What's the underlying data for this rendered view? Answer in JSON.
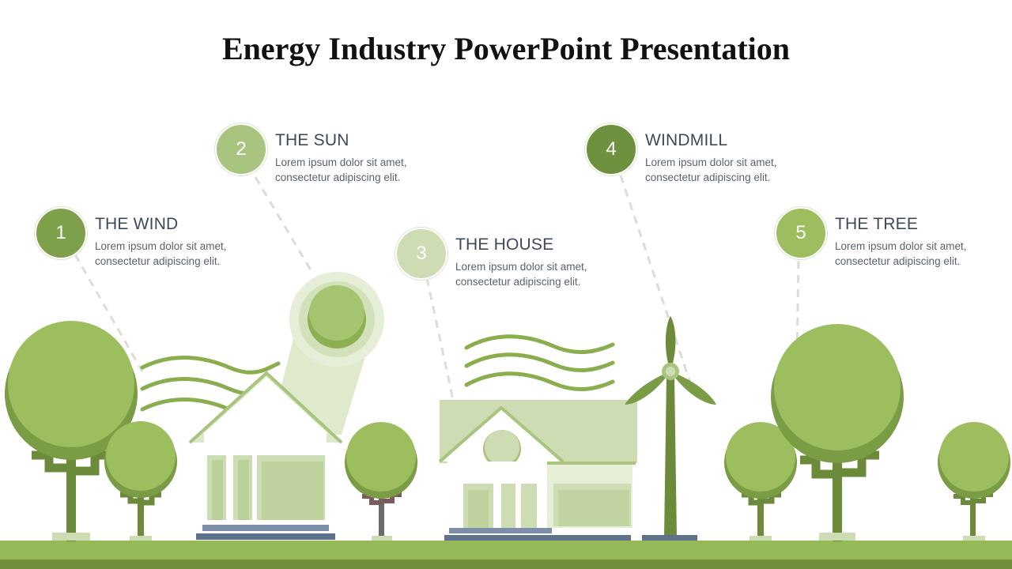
{
  "title": "Energy Industry PowerPoint Presentation",
  "items": [
    {
      "number": "1",
      "heading": "THE WIND",
      "text": "Lorem ipsum dolor sit amet, consectetur adipiscing elit.",
      "color": "#7fa04a"
    },
    {
      "number": "2",
      "heading": "THE SUN",
      "text": "Lorem ipsum dolor sit amet, consectetur adipiscing elit.",
      "color": "#a9c47e"
    },
    {
      "number": "3",
      "heading": "THE HOUSE",
      "text": "Lorem ipsum dolor sit amet, consectetur adipiscing elit.",
      "color": "#cddcb3"
    },
    {
      "number": "4",
      "heading": "WINDMILL",
      "text": "Lorem ipsum dolor sit amet, consectetur adipiscing elit.",
      "color": "#6e913f"
    },
    {
      "number": "5",
      "heading": "THE TREE",
      "text": "Lorem ipsum dolor sit amet, consectetur adipiscing elit.",
      "color": "#9dbe5e"
    }
  ],
  "colors": {
    "tree_light": "#9dbe5e",
    "tree_dark": "#7a9c45",
    "trunk": "#6b8a3a",
    "house_light": "#cddcb3",
    "house_mid": "#a9c47e",
    "step": "#7d8fa8",
    "ground": "#94b956",
    "ground_dark": "#6f8f3d"
  }
}
